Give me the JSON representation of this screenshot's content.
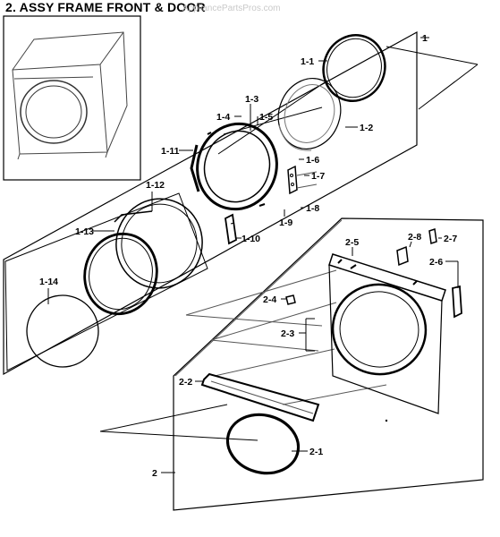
{
  "diagram": {
    "title": "2. ASSY FRAME FRONT & DOOR",
    "watermark": "AppliancePartsPros.com",
    "labels": {
      "l_1": "1",
      "l_1_1": "1-1",
      "l_1_2": "1-2",
      "l_1_3": "1-3",
      "l_1_4": "1-4",
      "l_1_5": "1-5",
      "l_1_6": "1-6",
      "l_1_7": "1-7",
      "l_1_8": "1-8",
      "l_1_9": "1-9",
      "l_1_10": "1-10",
      "l_1_11": "1-11",
      "l_1_12": "1-12",
      "l_1_13": "1-13",
      "l_1_14": "1-14",
      "l_2": "2",
      "l_2_1": "2-1",
      "l_2_2": "2-2",
      "l_2_3": "2-3",
      "l_2_4": "2-4",
      "l_2_5": "2-5",
      "l_2_6": "2-6",
      "l_2_7": "2-7",
      "l_2_8": "2-8"
    }
  }
}
